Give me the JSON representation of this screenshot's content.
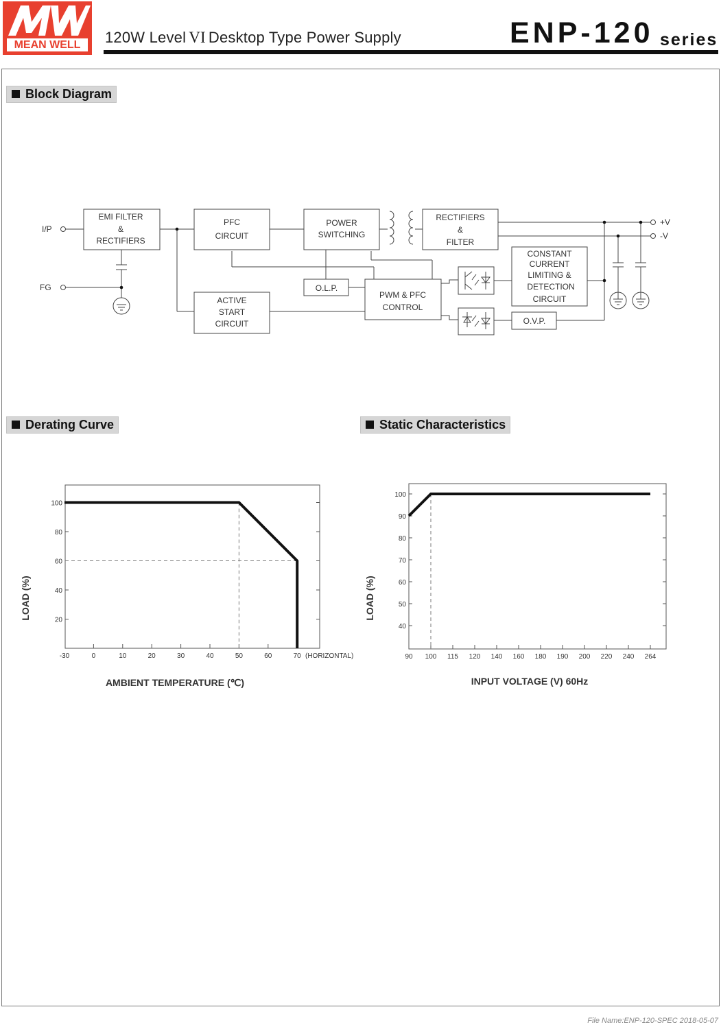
{
  "header": {
    "brand": "MEAN WELL",
    "logo_mark": "MW",
    "brand_color": "#e8402f",
    "subtitle_pre": "120W Level",
    "subtitle_level": "VI",
    "subtitle_post": "Desktop Type Power Supply",
    "model": "ENP-120",
    "series": "series"
  },
  "sections": {
    "block_diagram": "Block Diagram",
    "derating": "Derating Curve",
    "static": "Static Characteristics"
  },
  "block_diagram": {
    "ip": "I/P",
    "fg": "FG",
    "emi": [
      "EMI FILTER",
      "&",
      "RECTIFIERS"
    ],
    "pfc": [
      "PFC",
      "CIRCUIT"
    ],
    "power": [
      "POWER",
      "SWITCHING"
    ],
    "rect": [
      "RECTIFIERS",
      "&",
      "FILTER"
    ],
    "olp": "O.L.P.",
    "pwm": [
      "PWM & PFC",
      "CONTROL"
    ],
    "active": [
      "ACTIVE",
      "START",
      "CIRCUIT"
    ],
    "cc": [
      "CONSTANT",
      "CURRENT",
      "LIMITING &",
      "DETECTION",
      "CIRCUIT"
    ],
    "ovp": "O.V.P.",
    "vplus": "+V",
    "vminus": "-V"
  },
  "chart_data": [
    {
      "type": "line",
      "xlabel": "AMBIENT TEMPERATURE (℃)",
      "ylabel": "LOAD (%)",
      "x_ticks": [
        "-30",
        "0",
        "10",
        "20",
        "30",
        "40",
        "50",
        "60",
        "70"
      ],
      "x_note": "(HORIZONTAL)",
      "y_ticks": [
        "20",
        "40",
        "60",
        "80",
        "100"
      ],
      "ylim": [
        0,
        110
      ],
      "series": [
        {
          "x": [
            -30,
            50,
            70,
            70
          ],
          "y": [
            100,
            100,
            60,
            0
          ]
        }
      ],
      "reference_lines": [
        {
          "x": 50
        },
        {
          "y": 60
        }
      ]
    },
    {
      "type": "line",
      "xlabel": "INPUT VOLTAGE (V) 60Hz",
      "ylabel": "LOAD (%)",
      "x_ticks": [
        "90",
        "100",
        "115",
        "120",
        "140",
        "160",
        "180",
        "190",
        "200",
        "220",
        "240",
        "264"
      ],
      "y_ticks": [
        "40",
        "50",
        "60",
        "70",
        "80",
        "90",
        "100"
      ],
      "ylim": [
        30,
        105
      ],
      "series": [
        {
          "x": [
            90,
            100,
            264
          ],
          "y": [
            90,
            100,
            100
          ]
        }
      ],
      "reference_lines": [
        {
          "x": 100
        }
      ]
    }
  ],
  "footer": "File Name:ENP-120-SPEC   2018-05-07"
}
